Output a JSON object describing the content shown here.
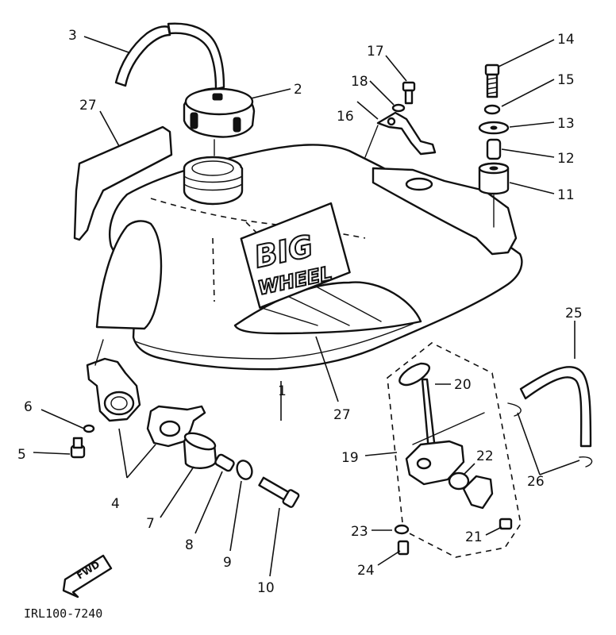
{
  "diagram": {
    "part_code": "IRL100-7240",
    "logo_line1": "BIG",
    "logo_line2": "WHEEL",
    "fwd_label": "FWD",
    "callouts": [
      "1",
      "2",
      "3",
      "4",
      "5",
      "6",
      "7",
      "8",
      "9",
      "10",
      "11",
      "12",
      "13",
      "14",
      "15",
      "16",
      "17",
      "18",
      "19",
      "20",
      "21",
      "22",
      "23",
      "24",
      "25",
      "26",
      "27",
      "27"
    ]
  }
}
